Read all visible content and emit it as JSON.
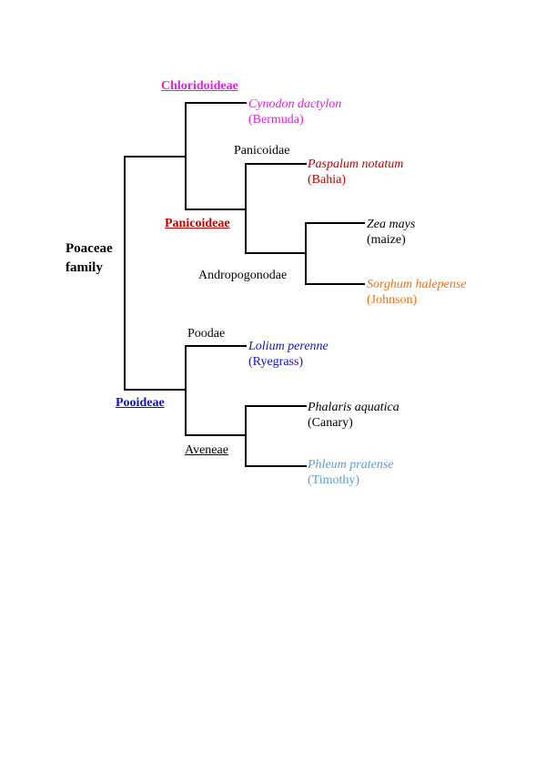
{
  "family": {
    "line1": "Poaceae",
    "line2": "family"
  },
  "subfamilies": {
    "chloridoideae": {
      "label": "Chloridoideae",
      "color": "#e020e0"
    },
    "panicoideae": {
      "label": "Panicoideae",
      "color": "#c00000"
    },
    "pooideae": {
      "label": "Pooideae",
      "color": "#1010cc"
    }
  },
  "tribes": {
    "panicoidae": "Panicoidae",
    "andropogonodae": "Andropogonodae",
    "poodae": "Poodae",
    "aveneae": "Aveneae"
  },
  "species": [
    {
      "name": "Cynodon dactylon",
      "common": "(Bermuda)",
      "name_color": "#e020e0",
      "common_color": "#e020e0"
    },
    {
      "name": "Paspalum notatum",
      "common": "(Bahia)",
      "name_color": "#c00000",
      "common_color": "#c00000"
    },
    {
      "name": "Zea mays",
      "common": "(maize)",
      "name_color": "#000000",
      "common_color": "#000000"
    },
    {
      "name": "Sorghum halepense",
      "common": "(Johnson)",
      "name_color": "#f07010",
      "common_color": "#f07010"
    },
    {
      "name": "Lolium perenne",
      "common": "(Ryegrass)",
      "name_color": "#1010cc",
      "common_color": "#1010cc"
    },
    {
      "name": "Phalaris aquatica",
      "common": "(Canary)",
      "name_color": "#000000",
      "common_color": "#000000"
    },
    {
      "name": "Phleum pratense",
      "common": "(Timothy)",
      "name_color": "#5b9bd5",
      "common_color": "#5b9bd5"
    }
  ]
}
